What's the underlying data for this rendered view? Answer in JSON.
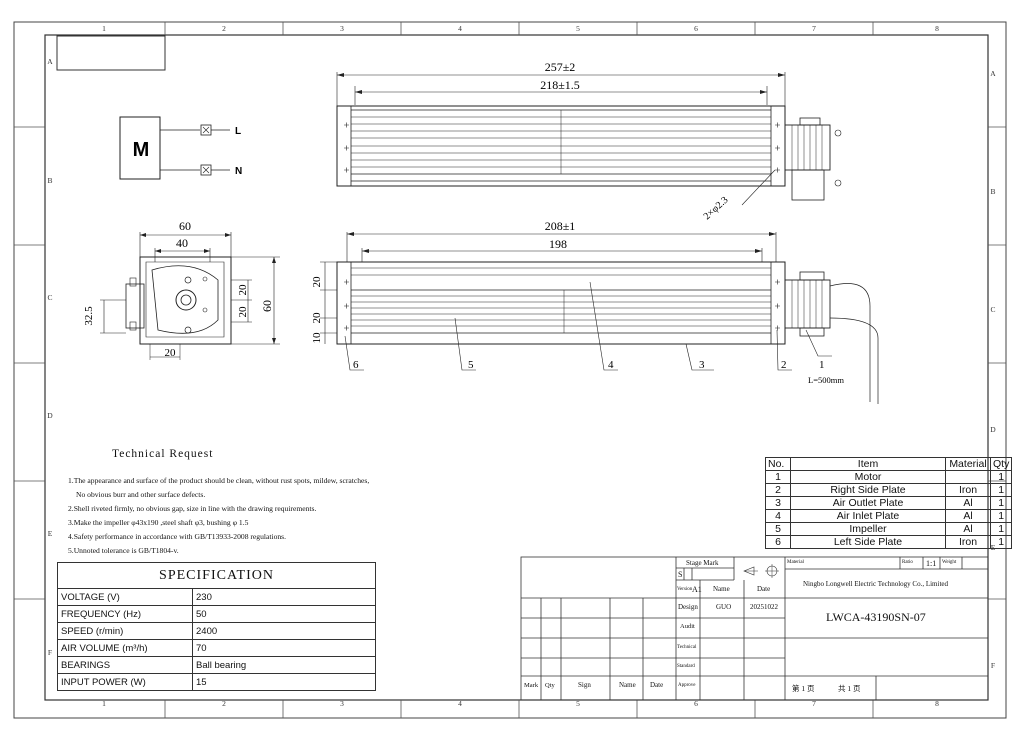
{
  "grid": {
    "columns": [
      "1",
      "2",
      "3",
      "4",
      "5",
      "6",
      "7",
      "8"
    ],
    "rows_left": [
      "A",
      "B",
      "C",
      "D",
      "E",
      "F"
    ],
    "rows_right": [
      "A",
      "B",
      "C",
      "D",
      "E",
      "F"
    ]
  },
  "wiring": {
    "motor": "M",
    "terminal_l": "L",
    "terminal_n": "N"
  },
  "dimensions": {
    "top_overall": "257±2",
    "top_inner": "218±1.5",
    "bolt_holes": "2×φ2.3",
    "side_width": "60",
    "side_inner": "40",
    "side_height": "60",
    "side_h_up": "20",
    "side_h_down": "20",
    "side_offset": "32.5",
    "side_bottom": "20",
    "front_overall": "208±1",
    "front_inner": "198",
    "front_h1": "20",
    "front_h2": "20",
    "front_h3": "10",
    "cable": "L=500mm"
  },
  "balloons": [
    "1",
    "2",
    "3",
    "4",
    "5",
    "6"
  ],
  "technical_request": {
    "title": "Technical Request",
    "lines": [
      "1.The appearance and surface of the product should be clean, without rust spots, mildew, scratches,",
      "  No obvious burr and other surface defects.",
      "2.Shell riveted firmly, no obvious gap, size in line with the drawing requirements.",
      "3.Make the impeller φ43x190 ,steel shaft φ3, bushing φ 1.5",
      "4.Safety performance in accordance with GB/T13933-2008 regulations.",
      "5.Unnoted tolerance is GB/T1804-v."
    ]
  },
  "specification": {
    "title": "SPECIFICATION",
    "rows": [
      {
        "label": "VOLTAGE (V)",
        "value": "230"
      },
      {
        "label": "FREQUENCY (Hz)",
        "value": "50"
      },
      {
        "label": "SPEED   (r/min)",
        "value": "2400"
      },
      {
        "label": "AIR  VOLUME   (m³/h)",
        "value": "70"
      },
      {
        "label": "BEARINGS",
        "value": "Ball bearing"
      },
      {
        "label": "INPUT POWER  (W)",
        "value": "15"
      }
    ]
  },
  "bom": {
    "headers": [
      "No.",
      "Item",
      "Material",
      "Qty"
    ],
    "rows": [
      [
        "1",
        "Motor",
        "",
        "1"
      ],
      [
        "2",
        "Right Side Plate",
        "Iron",
        "1"
      ],
      [
        "3",
        "Air Outlet Plate",
        "Al",
        "1"
      ],
      [
        "4",
        "Air Inlet Plate",
        "Al",
        "1"
      ],
      [
        "5",
        "Impeller",
        "Al",
        "1"
      ],
      [
        "6",
        "Left Side Plate",
        "Iron",
        "1"
      ]
    ]
  },
  "title_block": {
    "stage_mark": "Stage Mark",
    "stage_s": "S",
    "version": "Version",
    "version_value": "A1",
    "name_hdr": "Name",
    "date_hdr": "Date",
    "material": "Material",
    "ratio": "Ratio",
    "ratio_value": "1:1",
    "weight": "Weight",
    "company": "Ningbo Longwell Electric Technology  Co., Limited",
    "design": "Design",
    "design_name": "GUO",
    "design_date": "20251022",
    "audit": "Audit",
    "technical": "Technical",
    "standard": "Standard",
    "approve": "Approve",
    "part_number": "LWCA-43190SN-07",
    "mark": "Mark",
    "qty": "Qty",
    "sign": "Sign",
    "name": "Name",
    "date": "Date",
    "page": "第 1 页",
    "total": "共 1 页"
  }
}
